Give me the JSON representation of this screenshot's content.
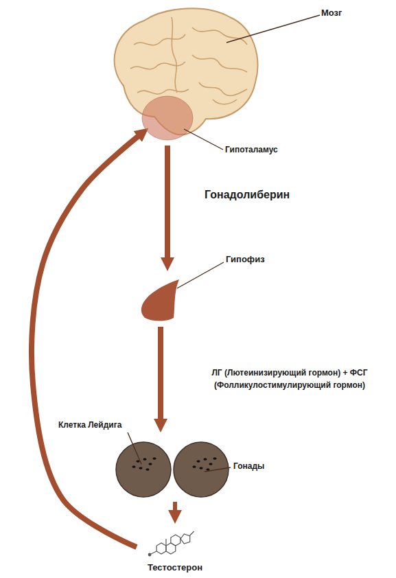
{
  "diagram": {
    "nodes": [
      {
        "text": [
          "Мозг"
        ]
      },
      {
        "text": [
          "Гипоталамус"
        ],
        "in": 0
      },
      {
        "text": [
          "Гипофиз"
        ]
      },
      {
        "text": [
          "Клетка Лейдига",
          "Гонады"
        ]
      },
      {
        "text": [
          "Тестостерон"
        ]
      }
    ],
    "edges": [
      {
        "from": 1,
        "to": 2,
        "arrow": "to",
        "label": "Гонадолиберин"
      },
      {
        "from": 2,
        "to": 3,
        "arrow": "to",
        "label": "ЛГ (Лютеинизирующий гормон) + ФСГ (Фолликулостимулирующий гормон)"
      },
      {
        "from": 3,
        "to": 4,
        "arrow": "to"
      },
      {
        "from": 4,
        "to": 1,
        "arrow": "to"
      }
    ]
  }
}
